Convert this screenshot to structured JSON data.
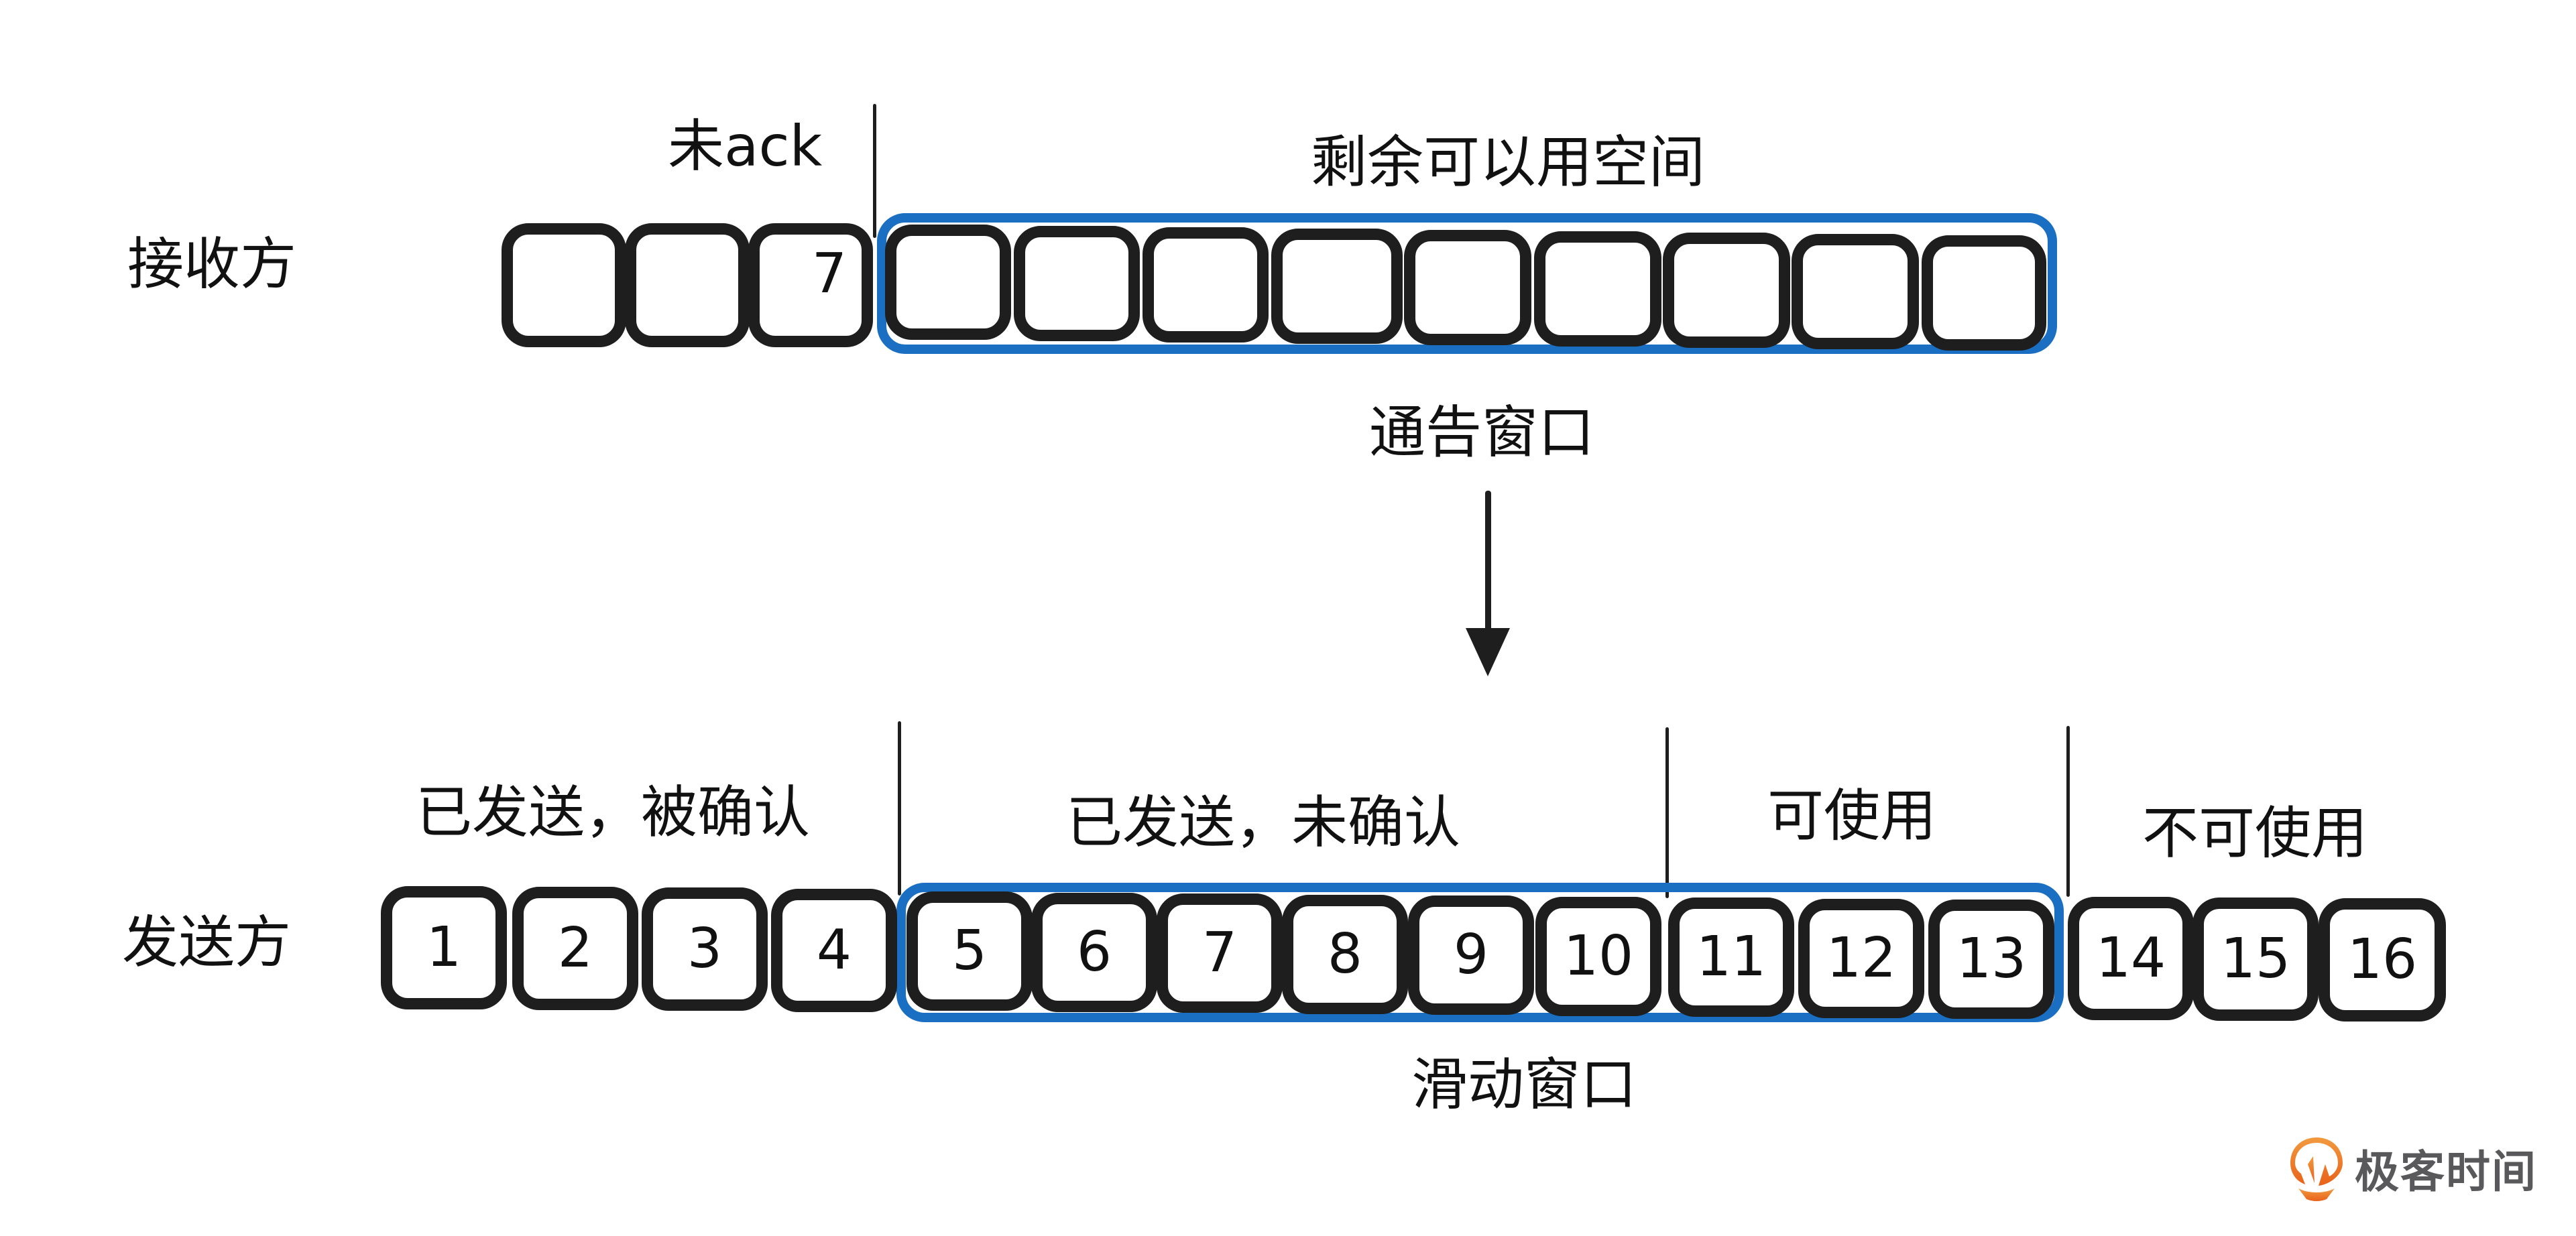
{
  "receiver": {
    "label": "接收方",
    "unacked_label": "未ack",
    "remaining_label": "剩余可以用空间",
    "cells": [
      "",
      "",
      "7",
      "",
      "",
      "",
      "",
      "",
      "",
      "",
      "",
      ""
    ],
    "window_label": "通告窗口"
  },
  "sender": {
    "label": "发送方",
    "cells": [
      "1",
      "2",
      "3",
      "4",
      "5",
      "6",
      "7",
      "8",
      "9",
      "10",
      "11",
      "12",
      "13",
      "14",
      "15",
      "16"
    ],
    "sections": {
      "sent_acked": "已发送，被确认",
      "sent_unacked": "已发送，未确认",
      "usable": "可使用",
      "unusable": "不可使用"
    },
    "window_label": "滑动窗口"
  },
  "colors": {
    "window_border": "#1a6fc2",
    "cell_border": "#1e1e1e",
    "brand_orange": "#ee7a2a",
    "brand_text": "#59595b"
  },
  "brand": {
    "name": "极客时间",
    "icon": "geektime-logo-icon"
  }
}
